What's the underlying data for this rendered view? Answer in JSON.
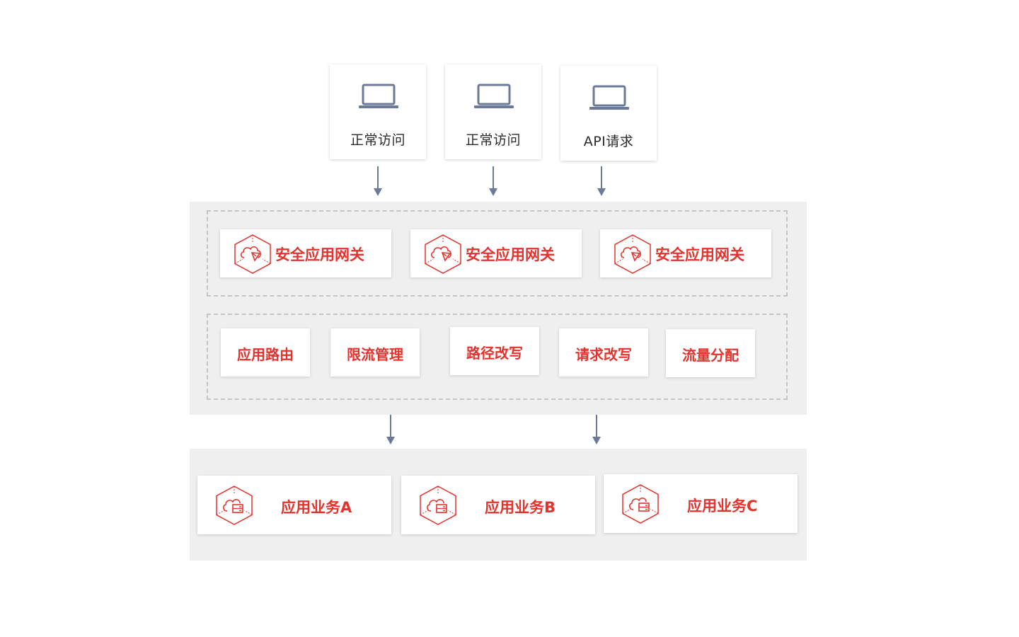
{
  "colors": {
    "accent_red": "#e5322d",
    "arrow_gray_blue": "#6b7a98",
    "panel_gray": "#efefef",
    "dashed_border": "#c4c4c4"
  },
  "clients": [
    {
      "label": "正常访问",
      "icon": "laptop-icon"
    },
    {
      "label": "正常访问",
      "icon": "laptop-icon"
    },
    {
      "label": "API请求",
      "icon": "laptop-icon"
    }
  ],
  "gateways": [
    {
      "label": "安全应用网关",
      "icon": "gateway-cube-icon"
    },
    {
      "label": "安全应用网关",
      "icon": "gateway-cube-icon"
    },
    {
      "label": "安全应用网关",
      "icon": "gateway-cube-icon"
    }
  ],
  "features": [
    {
      "label": "应用路由"
    },
    {
      "label": "限流管理"
    },
    {
      "label": "路径改写"
    },
    {
      "label": "请求改写"
    },
    {
      "label": "流量分配"
    }
  ],
  "services": [
    {
      "label": "应用业务A",
      "icon": "service-cube-icon"
    },
    {
      "label": "应用业务B",
      "icon": "service-cube-icon"
    },
    {
      "label": "应用业务C",
      "icon": "service-cube-icon"
    }
  ]
}
